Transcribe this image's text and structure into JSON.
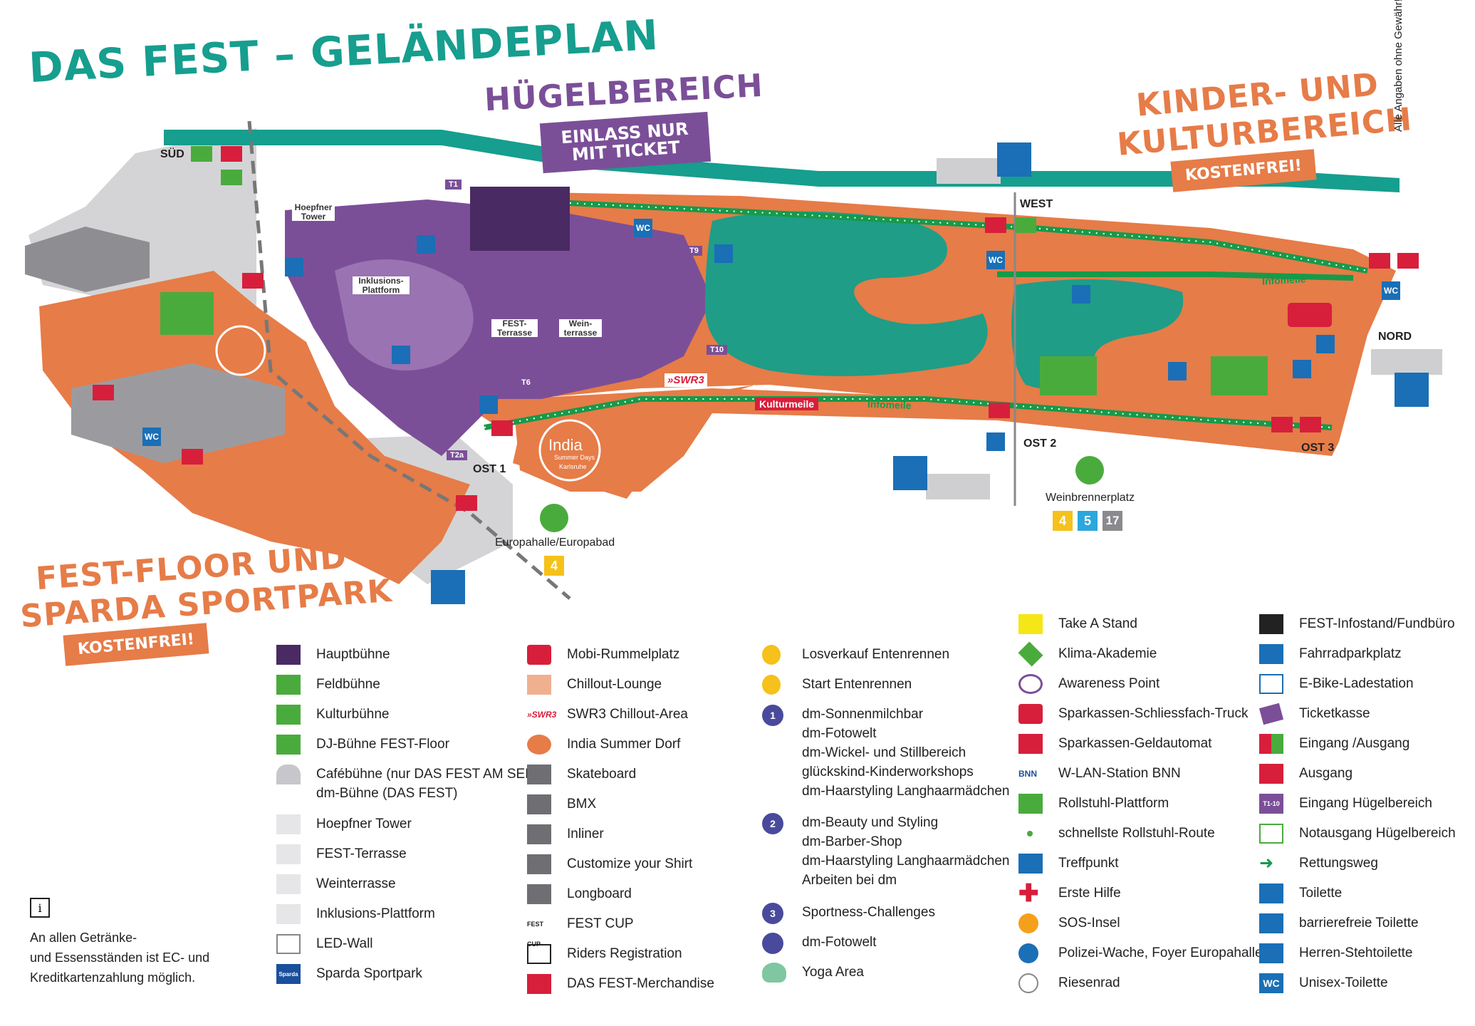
{
  "title": "DAS FEST – GELÄNDEPLAN",
  "credit": "Alle Angaben ohne Gewähr! Grafik: raumkontakt.de",
  "areas": {
    "huegel": {
      "title": "HÜGELBEREICH",
      "badge": "EINLASS NUR MIT TICKET"
    },
    "kinder": {
      "title_1": "KINDER- UND",
      "title_2": "KULTURBEREICH",
      "badge": "KOSTENFREI!"
    },
    "floor": {
      "title_1": "FEST-FLOOR UND",
      "title_2": "SPARDA SPORTPARK",
      "badge": "KOSTENFREI!"
    }
  },
  "map_labels": {
    "sued": "SÜD",
    "west": "WEST",
    "nord": "NORD",
    "ost1": "OST 1",
    "ost2": "OST 2",
    "ost3": "OST 3",
    "europahalle": "Europahalle/Europabad",
    "weinbrenner": "Weinbrennerplatz",
    "kulturmeile": "Kulturmeile",
    "infomeile_1": "Infomeile",
    "infomeile_2": "Infomeile",
    "hoepfner": "Hoepfner Tower",
    "inklusion": "Inklusions-Plattform",
    "festterrasse": "FEST-Terrasse",
    "weinterrasse": "Wein-terrasse",
    "swr3": "»SWR3",
    "india_1": "India",
    "india_2": "Summer Days",
    "india_3": "Karlsruhe",
    "t1": "T1",
    "t2a": "T2a",
    "t6": "T6",
    "t9": "T9",
    "t10": "T10",
    "tram_4a": "4",
    "tram_4b": "4",
    "tram_5": "5",
    "tram_17": "17",
    "wc": "WC"
  },
  "info_note": "An allen Getränke-\nund Essensständen ist EC- und\nKreditkartenzahlung möglich.",
  "legend": {
    "col1": [
      "Hauptbühne",
      "Feldbühne",
      "Kulturbühne",
      "DJ-Bühne FEST-Floor",
      "Cafébühne (nur DAS FEST AM SEE)\ndm-Bühne (DAS FEST)",
      "Hoepfner Tower",
      "FEST-Terrasse",
      "Weinterrasse",
      "Inklusions-Plattform",
      "LED-Wall",
      "Sparda Sportpark"
    ],
    "col2": [
      "Mobi-Rummelplatz",
      "Chillout-Lounge",
      "SWR3 Chillout-Area",
      "India Summer Dorf",
      "Skateboard",
      "BMX",
      "Inliner",
      "Customize your Shirt",
      "Longboard",
      "FEST CUP",
      "Riders Registration",
      "DAS FEST-Merchandise"
    ],
    "col3": [
      "Losverkauf Entenrennen",
      "Start Entenrennen",
      "dm-Sonnenmilchbar\ndm-Fotowelt\ndm-Wickel- und Stillbereich\nglückskind-Kinderworkshops\ndm-Haarstyling Langhaarmädchen",
      "dm-Beauty und Styling\ndm-Barber-Shop\ndm-Haarstyling Langhaarmädchen\nArbeiten bei dm",
      "Sportness-Challenges",
      "dm-Fotowelt",
      "Yoga Area"
    ],
    "col4": [
      "Take A Stand",
      "Klima-Akademie",
      "Awareness Point",
      "Sparkassen-Schliessfach-Truck",
      "Sparkassen-Geldautomat",
      "W-LAN-Station BNN",
      "Rollstuhl-Plattform",
      "schnellste Rollstuhl-Route",
      "Treffpunkt",
      "Erste Hilfe",
      "SOS-Insel",
      "Polizei-Wache, Foyer Europahalle",
      "Riesenrad"
    ],
    "col5": [
      "FEST-Infostand/Fundbüro",
      "Fahrradparkplatz",
      "E-Bike-Ladestation",
      "Ticketkasse",
      "Eingang /Ausgang",
      "Ausgang",
      "Eingang Hügelbereich",
      "Notausgang Hügelbereich",
      "Rettungsweg",
      "Toilette",
      "barrierefreie Toilette",
      "Herren-Stehtoilette",
      "Unisex-Toilette"
    ]
  },
  "icon_labels": {
    "dm1": "1",
    "dm2": "2",
    "dm3": "3",
    "sparda": "Sparda",
    "fest_cup": "FEST CUP",
    "swr3": "»SWR3",
    "bnn": "BNN",
    "t110": "T1-10",
    "info": "i",
    "wc": "WC"
  },
  "colors": {
    "teal": "#169e8e",
    "orange": "#e67c48",
    "purple": "#7b4f98",
    "dark_purple": "#4a2a63",
    "green": "#4aab3d",
    "lake": "#1f9d86",
    "grey": "#d4d4d6",
    "blue": "#1a6fb6",
    "red": "#d71f3c",
    "path_green": "#169a4a",
    "yellow": "#f5c11a"
  }
}
